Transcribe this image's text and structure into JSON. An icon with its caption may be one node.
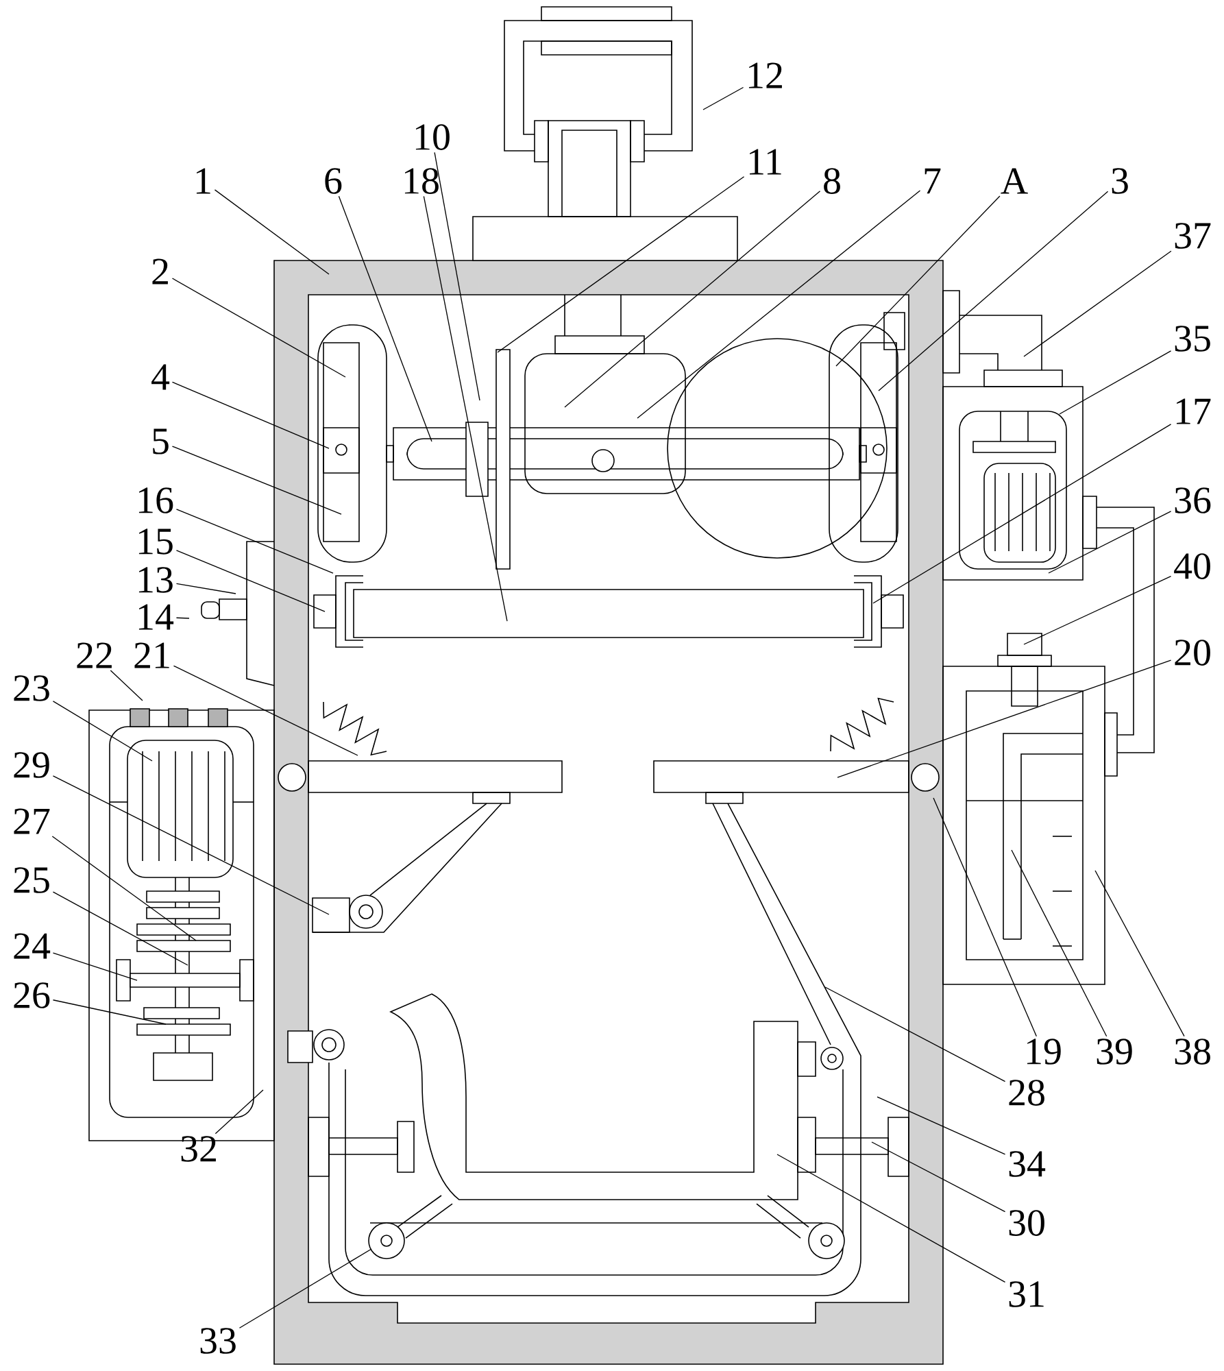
{
  "diagram": {
    "nodes": [
      {
        "text": [
          "12"
        ]
      },
      {
        "text": [
          "10"
        ]
      },
      {
        "text": [
          "11"
        ]
      },
      {
        "text": [
          "1"
        ]
      },
      {
        "text": [
          "6"
        ]
      },
      {
        "text": [
          "18"
        ]
      },
      {
        "text": [
          "8"
        ]
      },
      {
        "text": [
          "7"
        ]
      },
      {
        "text": [
          "A"
        ]
      },
      {
        "text": [
          "3"
        ]
      },
      {
        "text": [
          "37"
        ]
      },
      {
        "text": [
          "2"
        ]
      },
      {
        "text": [
          "35"
        ]
      },
      {
        "text": [
          "4"
        ]
      },
      {
        "text": [
          "17"
        ]
      },
      {
        "text": [
          "5"
        ]
      },
      {
        "text": [
          "16"
        ]
      },
      {
        "text": [
          "36"
        ]
      },
      {
        "text": [
          "15"
        ]
      },
      {
        "text": [
          "40"
        ]
      },
      {
        "text": [
          "13"
        ]
      },
      {
        "text": [
          "14"
        ]
      },
      {
        "text": [
          "20"
        ]
      },
      {
        "text": [
          "22"
        ]
      },
      {
        "text": [
          "21"
        ]
      },
      {
        "text": [
          "23"
        ]
      },
      {
        "text": [
          "29"
        ]
      },
      {
        "text": [
          "27"
        ]
      },
      {
        "text": [
          "25"
        ]
      },
      {
        "text": [
          "24"
        ]
      },
      {
        "text": [
          "26"
        ]
      },
      {
        "text": [
          "19"
        ]
      },
      {
        "text": [
          "39"
        ]
      },
      {
        "text": [
          "38"
        ]
      },
      {
        "text": [
          "28"
        ]
      },
      {
        "text": [
          "32"
        ]
      },
      {
        "text": [
          "34"
        ]
      },
      {
        "text": [
          "30"
        ]
      },
      {
        "text": [
          "31"
        ]
      },
      {
        "text": [
          "33"
        ]
      }
    ],
    "edges": [
      {
        "from": 0,
        "to": null,
        "arrow": "none"
      },
      {
        "from": 1,
        "to": null,
        "arrow": "none"
      },
      {
        "from": 2,
        "to": null,
        "arrow": "none"
      },
      {
        "from": 3,
        "to": null,
        "arrow": "none"
      },
      {
        "from": 4,
        "to": null,
        "arrow": "none"
      },
      {
        "from": 5,
        "to": null,
        "arrow": "none"
      },
      {
        "from": 6,
        "to": null,
        "arrow": "none"
      },
      {
        "from": 7,
        "to": null,
        "arrow": "none"
      },
      {
        "from": 8,
        "to": null,
        "arrow": "none"
      },
      {
        "from": 9,
        "to": null,
        "arrow": "none"
      },
      {
        "from": 10,
        "to": null,
        "arrow": "none"
      },
      {
        "from": 11,
        "to": null,
        "arrow": "none"
      },
      {
        "from": 12,
        "to": null,
        "arrow": "none"
      },
      {
        "from": 13,
        "to": null,
        "arrow": "none"
      },
      {
        "from": 14,
        "to": null,
        "arrow": "none"
      },
      {
        "from": 15,
        "to": null,
        "arrow": "none"
      },
      {
        "from": 16,
        "to": null,
        "arrow": "none"
      },
      {
        "from": 17,
        "to": null,
        "arrow": "none"
      },
      {
        "from": 18,
        "to": null,
        "arrow": "none"
      },
      {
        "from": 19,
        "to": null,
        "arrow": "none"
      },
      {
        "from": 20,
        "to": null,
        "arrow": "none"
      },
      {
        "from": 21,
        "to": null,
        "arrow": "none"
      },
      {
        "from": 22,
        "to": null,
        "arrow": "none"
      },
      {
        "from": 23,
        "to": null,
        "arrow": "none"
      },
      {
        "from": 24,
        "to": null,
        "arrow": "none"
      },
      {
        "from": 25,
        "to": null,
        "arrow": "none"
      },
      {
        "from": 26,
        "to": null,
        "arrow": "none"
      },
      {
        "from": 27,
        "to": null,
        "arrow": "none"
      },
      {
        "from": 28,
        "to": null,
        "arrow": "none"
      },
      {
        "from": 29,
        "to": null,
        "arrow": "none"
      },
      {
        "from": 30,
        "to": null,
        "arrow": "none"
      },
      {
        "from": 31,
        "to": null,
        "arrow": "none"
      },
      {
        "from": 32,
        "to": null,
        "arrow": "none"
      },
      {
        "from": 33,
        "to": null,
        "arrow": "none"
      },
      {
        "from": 34,
        "to": null,
        "arrow": "none"
      },
      {
        "from": 35,
        "to": null,
        "arrow": "none"
      },
      {
        "from": 36,
        "to": null,
        "arrow": "none"
      },
      {
        "from": 37,
        "to": null,
        "arrow": "none"
      },
      {
        "from": 38,
        "to": null,
        "arrow": "none"
      },
      {
        "from": 39,
        "to": null,
        "arrow": "none"
      }
    ]
  }
}
